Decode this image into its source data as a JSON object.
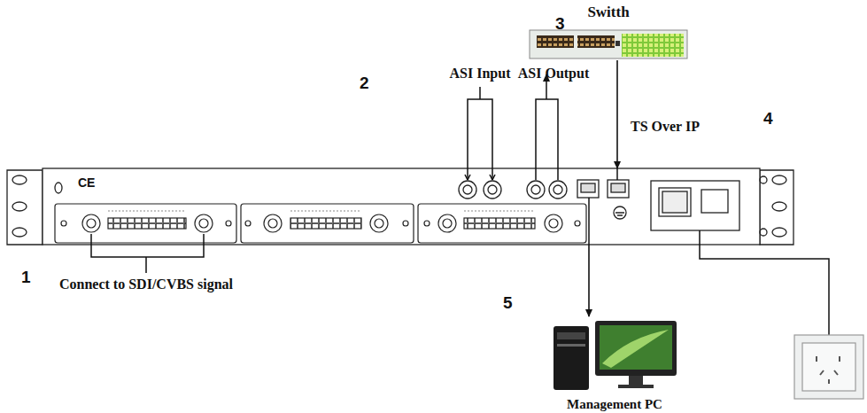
{
  "diagram": {
    "nodes": [
      {
        "text": [
          "Switth"
        ]
      },
      {
        "text": [
          "CE"
        ]
      },
      {
        "text": [
          "Management PC"
        ]
      }
    ],
    "edges": [
      {
        "from": 0,
        "to": 1,
        "arrow": "to",
        "label": "TS Over IP"
      },
      {
        "from": 1,
        "to": 2,
        "arrow": "to"
      }
    ],
    "labels": [
      "1",
      "Connect to SDI/CVBS signal",
      "2",
      "ASI Input",
      "ASI Output",
      "3",
      "4",
      "5"
    ]
  }
}
